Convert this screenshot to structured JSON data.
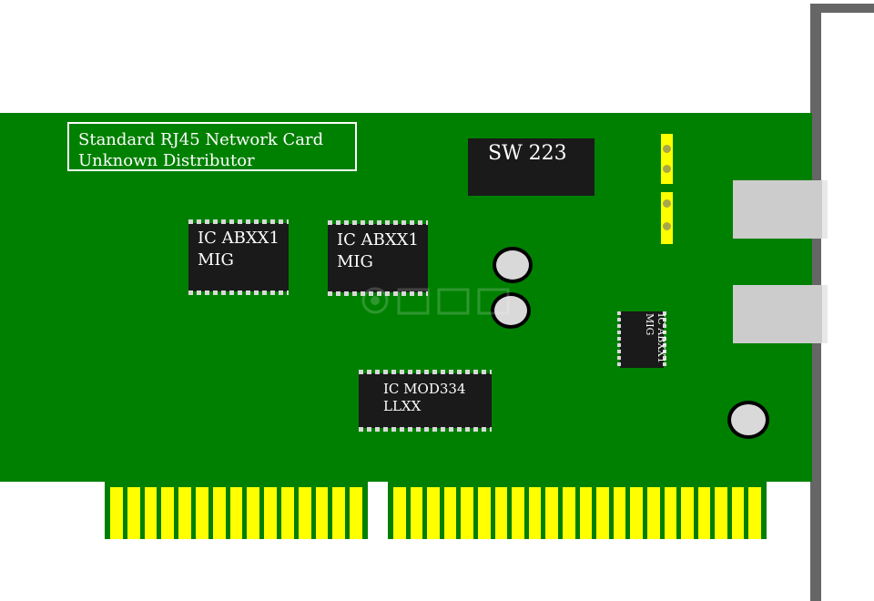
{
  "colors": {
    "pcb": "#008000",
    "chip": "#1a1a1a",
    "contact": "#ffff00",
    "bracket": "#666666",
    "port": "#cccccc"
  },
  "card_label": {
    "line1": "Standard RJ45 Network Card",
    "line2": "Unknown Distributor"
  },
  "chips": {
    "sw": "SW 223",
    "ic1": {
      "line1": "IC ABXX1",
      "line2": "MIG"
    },
    "ic2": {
      "line1": "IC ABXX1",
      "line2": "MIG"
    },
    "mod": {
      "line1": "IC MOD334",
      "line2": "LLXX"
    },
    "small": {
      "line1": "IC ABXX1",
      "line2": "MIG"
    }
  },
  "edge_connector": {
    "left_fingers": 15,
    "right_fingers": 22
  },
  "icons": [
    "watermark-logo-icon"
  ]
}
